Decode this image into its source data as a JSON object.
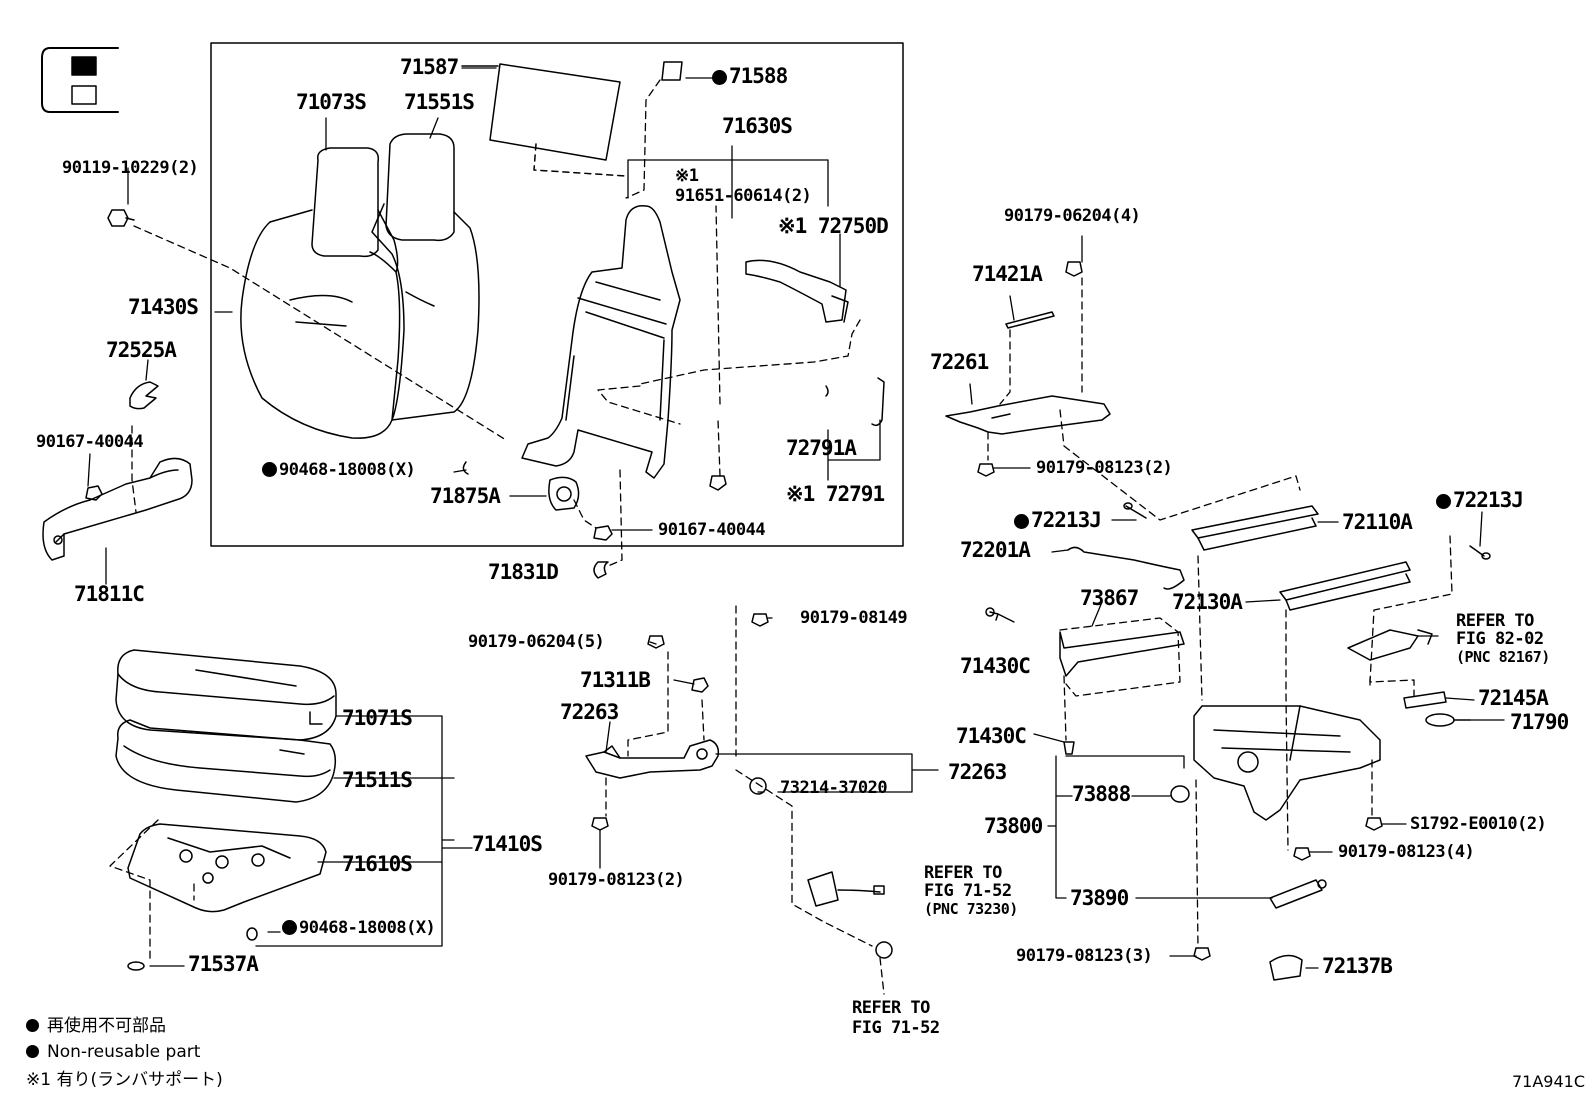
{
  "labels": {
    "p71587": "71587",
    "p71588": "71588",
    "p71073s": "71073S",
    "p71551s": "71551S",
    "p71630s": "71630S",
    "p91651_note": "※1",
    "p91651": "91651-60614(2)",
    "p72750d": "※1 72750D",
    "p90119": "90119-10229(2)",
    "p71430s": "71430S",
    "p72525a": "72525A",
    "p90167a": "90167-40044",
    "p71811c": "71811C",
    "p90468a": "90468-18008(X)",
    "p71875a": "71875A",
    "p90167b": "90167-40044",
    "p71831d": "71831D",
    "p72791a": "72791A",
    "p72791": "※1 72791",
    "p90179_06204_4": "90179-06204(4)",
    "p71421a": "71421A",
    "p72261": "72261",
    "p90179_08123_2a": "90179-08123(2)",
    "p72213j_a": "72213J",
    "p72201a": "72201A",
    "p72110a": "72110A",
    "p72213j_b": "72213J",
    "p73867": "73867",
    "p72130a": "72130A",
    "p71430c_a": "71430C",
    "p71430c_b": "71430C",
    "p90179_08149": "90179-08149",
    "p90179_06204_5": "90179-06204(5)",
    "p71311b": "71311B",
    "p72263a": "72263",
    "p72263b": "72263",
    "p73214": "73214-37020",
    "p90179_08123_2b": "90179-08123(2)",
    "p71071s": "71071S",
    "p71511s": "71511S",
    "p71410s": "71410S",
    "p71610s": "71610S",
    "p90468b": "90468-18008(X)",
    "p71537a": "71537A",
    "p72145a": "72145A",
    "p71790": "71790",
    "p73888": "73888",
    "p73800": "73800",
    "p73890": "73890",
    "p51792": "S1792-E0010(2)",
    "p90179_08123_4": "90179-08123(4)",
    "p90179_08123_3": "90179-08123(3)",
    "p72137b": "72137B"
  },
  "refs": {
    "r1_l1": "REFER TO",
    "r1_l2": "FIG 82-02",
    "r1_l3": "(PNC 82167)",
    "r2_l1": "REFER TO",
    "r2_l2": "FIG 71-52",
    "r2_l3": "(PNC 73230)",
    "r3_l1": "REFER TO",
    "r3_l2": "FIG 71-52"
  },
  "legend": {
    "jp_nonreusable": "再使用不可部品",
    "en_nonreusable": "Non-reusable part",
    "note1": "※1 有り(ランバサポート)"
  },
  "figure_id": "71A941C"
}
